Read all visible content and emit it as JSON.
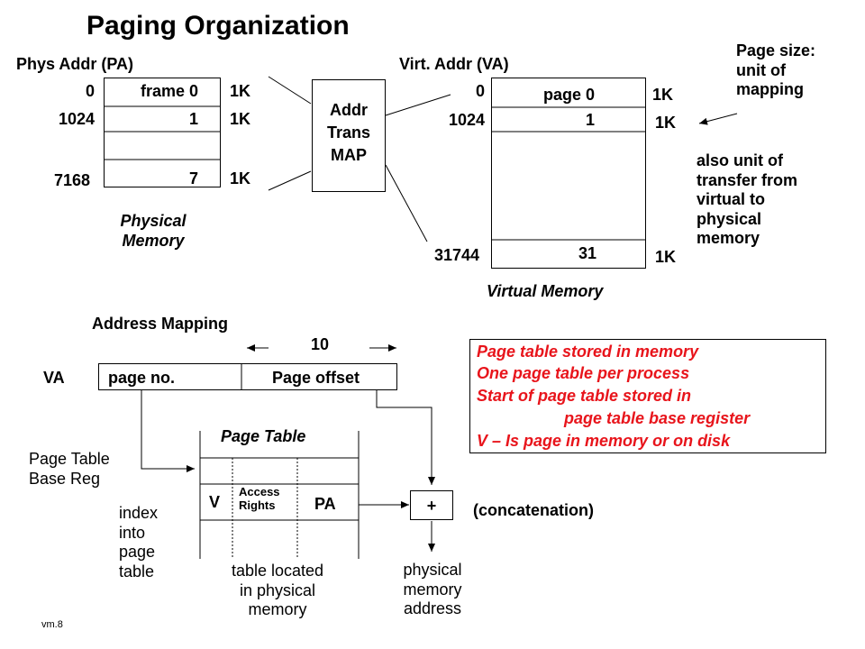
{
  "title": "Paging Organization",
  "physical": {
    "header": "Phys Addr (PA)",
    "addresses": [
      "0",
      "1024",
      "7168"
    ],
    "frames": [
      "frame 0",
      "1",
      "7"
    ],
    "sizes": [
      "1K",
      "1K",
      "1K"
    ],
    "label": "Physical\nMemory"
  },
  "map": {
    "label": "Addr\nTrans\nMAP"
  },
  "virtual": {
    "header": "Virt. Addr (VA)",
    "addresses": [
      "0",
      "1024",
      "31744"
    ],
    "pages": [
      "page 0",
      "1",
      "31"
    ],
    "sizes": [
      "1K",
      "1K",
      "1K"
    ],
    "label": "Virtual Memory"
  },
  "page_size_note": "Page size:\nunit of\nmapping",
  "transfer_note": "also unit of\ntransfer from\nvirtual to\nphysical\nmemory",
  "mapping": {
    "heading": "Address Mapping",
    "offset_bits": "10",
    "va_label": "VA",
    "page_no": "page no.",
    "page_offset": "Page offset",
    "ptbr_label": "Page Table\nBase Reg",
    "index_label": "index\ninto\npage\ntable",
    "page_table_title": "Page Table",
    "v_field": "V",
    "access_rights": "Access\nRights",
    "pa_field": "PA",
    "table_location": "table located\nin physical\nmemory",
    "plus": "+",
    "concat_label": "(concatenation)",
    "phys_addr_label": "physical\nmemory\naddress"
  },
  "notes": [
    "Page table stored in memory",
    "One page table per process",
    "Start of page table stored in",
    "page table base register",
    "V – Is page in memory or on disk"
  ],
  "colors": {
    "note_text": "#e8141b",
    "line": "#000000"
  },
  "slide_id": "vm.8"
}
